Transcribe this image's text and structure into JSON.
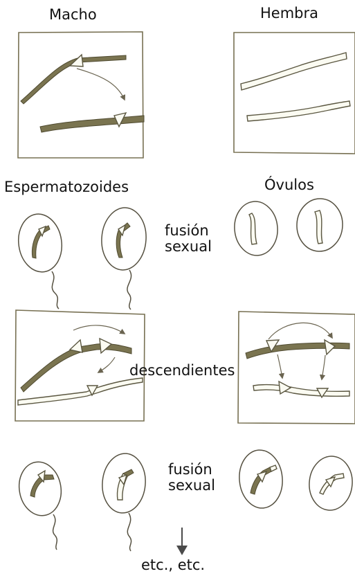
{
  "labels": {
    "male": "Macho",
    "female": "Hembra",
    "sperm": "Espermatozoides",
    "ova": "Óvulos",
    "fusion_1_line1": "fusión",
    "fusion_1_line2": "sexual",
    "offspring": "descendientes",
    "fusion_2_line1": "fusión",
    "fusion_2_line2": "sexual",
    "etc": "etc., etc."
  },
  "colors": {
    "male_chromosome": "#7a7450",
    "female_chromosome": "#fbfbf2",
    "outline": "#555040"
  },
  "icons": {
    "continue": "down-arrow-icon"
  }
}
